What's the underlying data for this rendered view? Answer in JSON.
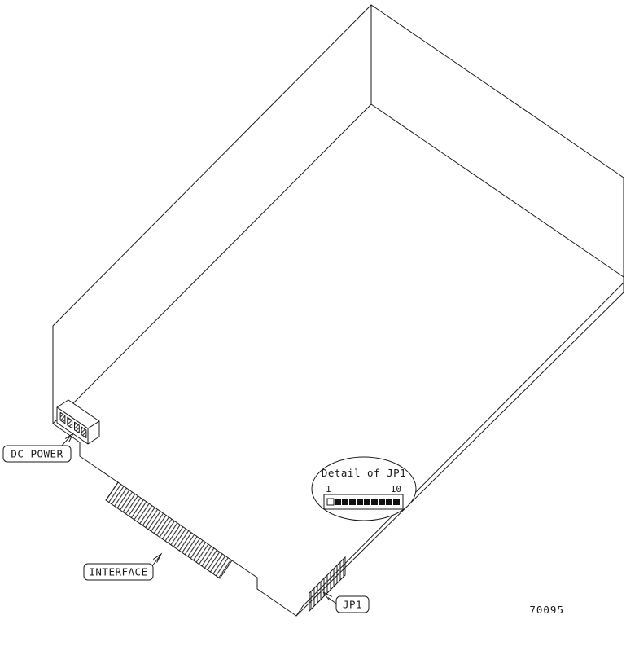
{
  "diagram": {
    "type": "isometric-line-drawing",
    "subject": "disk drive rear/underside view with connector callouts",
    "part_number": "70095",
    "labels": {
      "dc_power": "DC POWER",
      "interface": "INTERFACE",
      "jp1": "JP1"
    },
    "detail_callout": {
      "title": "Detail of JP1",
      "pin_first": "1",
      "pin_last": "10",
      "pin_count": 10,
      "pin1_style": "open-square",
      "other_pins_style": "filled-square"
    },
    "colors": {
      "line": "#1a1a1a",
      "background": "#ffffff",
      "pin_fill": "#111111"
    }
  }
}
